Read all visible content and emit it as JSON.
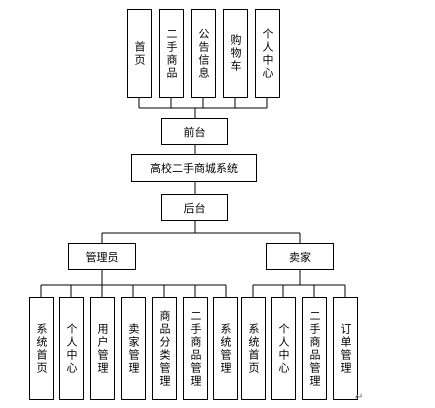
{
  "front": {
    "modules": [
      "首页",
      "二手商品",
      "公告信息",
      "购物车",
      "个人中心"
    ],
    "label": "前台"
  },
  "system": {
    "label": "高校二手商城系统"
  },
  "back": {
    "label": "后台"
  },
  "admin": {
    "label": "管理员",
    "modules": [
      "系统首页",
      "个人中心",
      "用户管理",
      "卖家管理",
      "商品分类管理",
      "二手商品管理",
      "系统管理"
    ]
  },
  "seller": {
    "label": "卖家",
    "modules": [
      "系统首页",
      "个人中心",
      "二手商品管理",
      "订单管理"
    ]
  },
  "return_mark": "↵"
}
